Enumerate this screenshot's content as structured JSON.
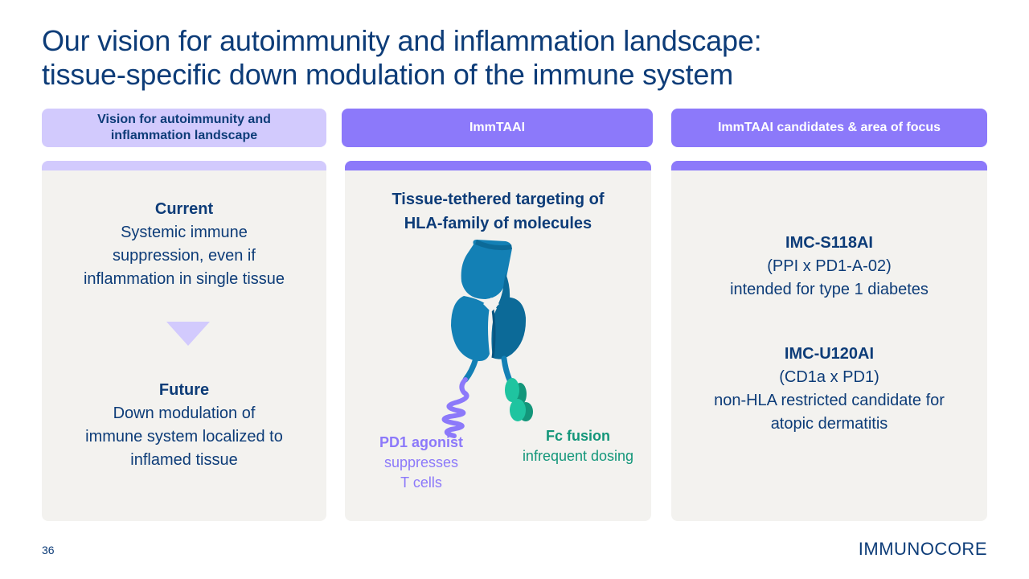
{
  "slide": {
    "title_lines": [
      "Our vision for autoimmunity and inflammation landscape:",
      "tissue-specific down modulation of the immune system"
    ],
    "page_number": "36",
    "logo_text": "IMMUNOCORE"
  },
  "columns": [
    {
      "header_lines": [
        "Vision for autoimmunity and",
        "inflammation landscape"
      ],
      "current": {
        "heading": "Current",
        "lines": [
          "Systemic immune",
          "suppression, even if",
          "inflammation in single tissue"
        ]
      },
      "arrow_icon": "down-triangle",
      "future": {
        "heading": "Future",
        "lines": [
          "Down modulation of",
          "immune system localized to",
          "inflamed tissue"
        ]
      }
    },
    {
      "header": "ImmTAAI",
      "heading_lines": [
        "Tissue-tethered targeting of",
        "HLA-family of molecules"
      ],
      "illustration": "ImmTAAI molecule diagram",
      "pd1_label": {
        "title": "PD1 agonist",
        "lines": [
          "suppresses",
          "T cells"
        ]
      },
      "fc_label": {
        "title": "Fc fusion",
        "lines": [
          "infrequent dosing"
        ]
      }
    },
    {
      "header": "ImmTAAI candidates & area of focus",
      "candidates": [
        {
          "name": "IMC-S118AI",
          "lines": [
            "(PPI x PD1-A-02)",
            "intended for type 1 diabetes"
          ]
        },
        {
          "name": "IMC-U120AI",
          "lines": [
            "(CD1a x PD1)",
            "non-HLA restricted candidate for",
            "atopic dermatitis"
          ]
        }
      ]
    }
  ],
  "colors": {
    "navy": "#0d3c78",
    "lavender": "#d2cafd",
    "violet": "#8c79fa",
    "card_bg": "#f3f2ef",
    "molecule_blue": "#1380b5",
    "molecule_dark": "#0c6a98",
    "fc_green": "#1fc4a0",
    "fc_dark": "#13967a"
  }
}
